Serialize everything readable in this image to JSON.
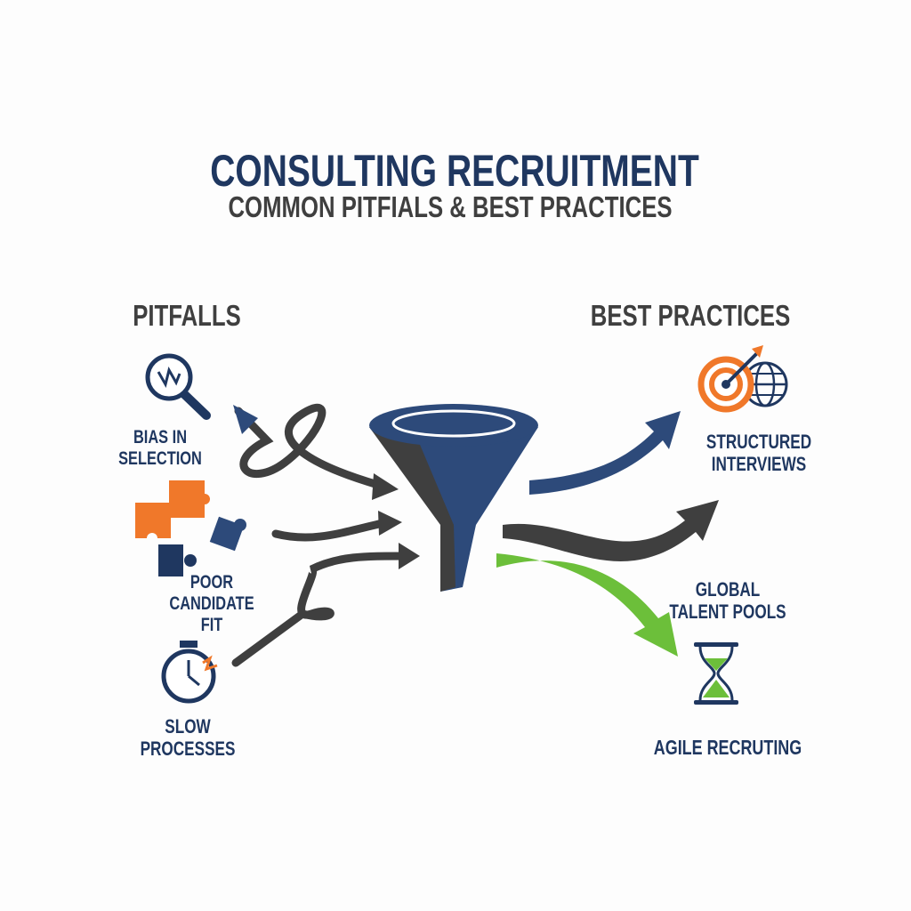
{
  "header": {
    "title": "CONSULTING RECRUITMENT",
    "subtitle": "COMMON PITFIALS & BEST PRACTICES"
  },
  "pitfalls": {
    "heading": "PITFALLS",
    "items": [
      {
        "line1": "BIAS IN",
        "line2": "SELECTION",
        "icon": "magnifier-icon"
      },
      {
        "line1": "POOR",
        "line2": "CANDIDATE",
        "line3": "FIT",
        "icon": "puzzle-icon"
      },
      {
        "line1": "SLOW",
        "line2": "PROCESSES",
        "icon": "stopwatch-icon"
      }
    ]
  },
  "best_practices": {
    "heading": "BEST PRACTICES",
    "items": [
      {
        "line1": "STRUCTURED",
        "line2": "INTERVIEWS",
        "icon": "target-globe-icon"
      },
      {
        "line1": "GLOBAL",
        "line2": "TALENT POOLS"
      },
      {
        "line1": "AGILE RECRUTING",
        "icon": "hourglass-icon"
      }
    ]
  },
  "colors": {
    "navy": "#1f3760",
    "funnel": "#2d4a7a",
    "gray": "#3f3f3f",
    "orange": "#f0782a",
    "green": "#6cbf3a"
  }
}
